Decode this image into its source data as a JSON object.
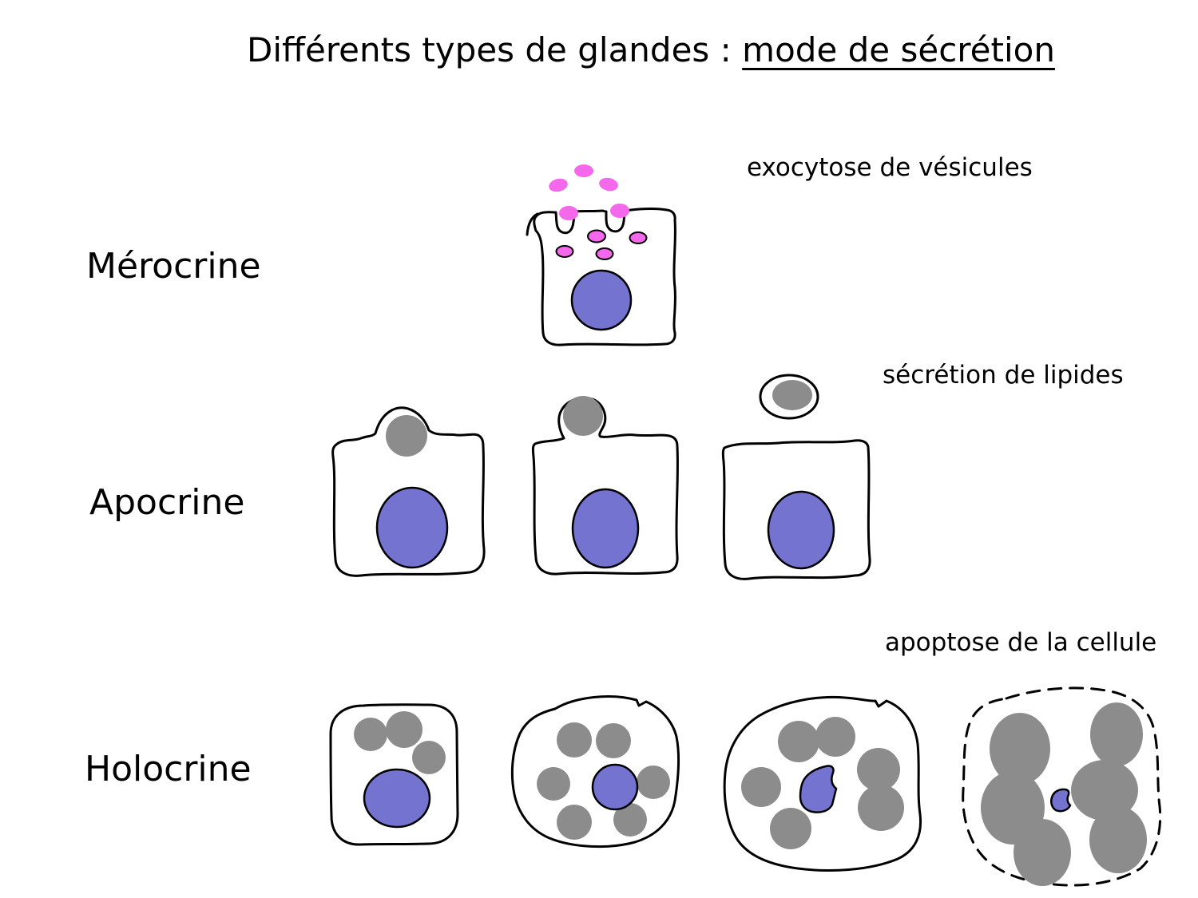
{
  "title": {
    "prefix": "Différents types de glandes : ",
    "underlined": "mode de sécrétion"
  },
  "rows": [
    {
      "label": "Mérocrine",
      "annotation": "exocytose de vésicules"
    },
    {
      "label": "Apocrine",
      "annotation": "sécrétion de lipides"
    },
    {
      "label": "Holocrine",
      "annotation": "apoptose de la cellule"
    }
  ],
  "colors": {
    "background": "#ffffff",
    "text": "#000000",
    "cell_outline": "#000000",
    "cell_fill": "#ffffff",
    "nucleus": "#7473cf",
    "secretory_vesicle": "#f469ec",
    "lipid_droplet": "#8c8c8c"
  }
}
